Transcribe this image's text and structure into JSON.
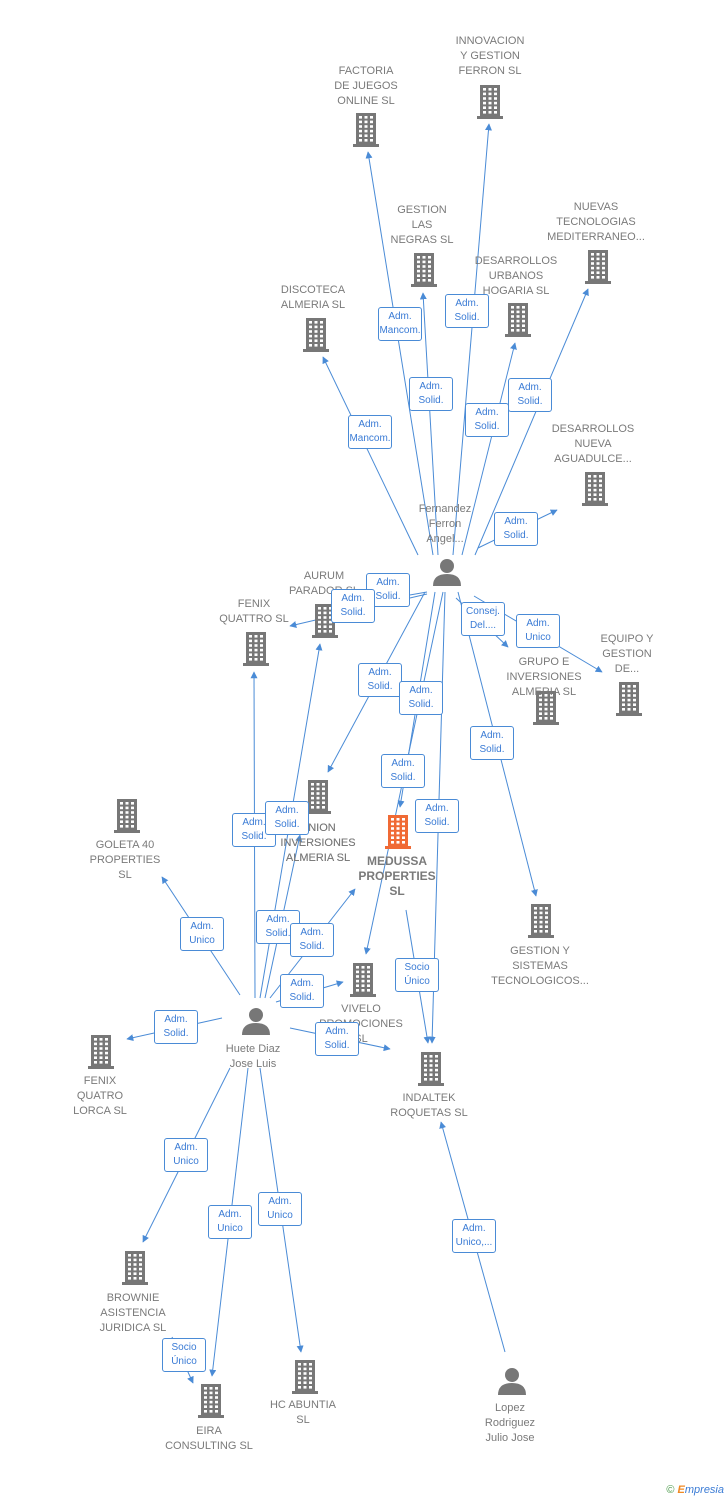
{
  "colors": {
    "edge": "#4a8bd6",
    "building": "#777777",
    "main_building": "#f06a35",
    "person": "#777777"
  },
  "nodes": [
    {
      "id": "factoria",
      "type": "company",
      "label": "FACTORIA\nDE JUEGOS\nONLINE SL"
    },
    {
      "id": "innovacion",
      "type": "company",
      "label": "INNOVACION\nY GESTION\nFERRON SL"
    },
    {
      "id": "gestion_negras",
      "type": "company",
      "label": "GESTION\nLAS\nNEGRAS  SL"
    },
    {
      "id": "nuevas",
      "type": "company",
      "label": "NUEVAS\nTECNOLOGIAS\nMEDITERRANEO..."
    },
    {
      "id": "desarrollos_hogaria",
      "type": "company",
      "label": "DESARROLLOS\nURBANOS\nHOGARIA  SL"
    },
    {
      "id": "discoteca",
      "type": "company",
      "label": "DISCOTECA\nALMERIA SL"
    },
    {
      "id": "desarrollos_nueva",
      "type": "company",
      "label": "DESARROLLOS\nNUEVA\nAGUADULCE..."
    },
    {
      "id": "fernandez",
      "type": "person",
      "label": "Fernandez\nFerron\nAngel..."
    },
    {
      "id": "aurum",
      "type": "company",
      "label": "AURUM\nPARADOR SL"
    },
    {
      "id": "fenix_quattro",
      "type": "company",
      "label": "FENIX\nQUATTRO  SL"
    },
    {
      "id": "union",
      "type": "company",
      "label": "UNION\nINVERSIONES\nALMERIA SL"
    },
    {
      "id": "equipo",
      "type": "company",
      "label": "EQUIPO Y\nGESTION\nDE..."
    },
    {
      "id": "grupo",
      "type": "company",
      "label": "GRUPO E\nINVERSIONES\nALMERIA SL"
    },
    {
      "id": "medussa",
      "type": "main",
      "label": "MEDUSSA\nPROPERTIES\nSL"
    },
    {
      "id": "gestion_sistemas",
      "type": "company",
      "label": "GESTION Y\nSISTEMAS\nTECNOLOGICOS..."
    },
    {
      "id": "goleta",
      "type": "company",
      "label": "GOLETA 40\nPROPERTIES\nSL"
    },
    {
      "id": "sunion",
      "type": "company",
      "label": "UNION\nINVERSIONES\nALMERIA  SL"
    },
    {
      "id": "vivelo",
      "type": "company",
      "label": "VIVELO\nPROMOCIONES\nSL"
    },
    {
      "id": "huete",
      "type": "person",
      "label": "Huete Diaz\nJose Luis"
    },
    {
      "id": "fenix_quatro",
      "type": "company",
      "label": "FENIX\nQUATRO\nLORCA  SL"
    },
    {
      "id": "indaltek",
      "type": "company",
      "label": "INDALTEK\nROQUETAS  SL"
    },
    {
      "id": "brownie",
      "type": "company",
      "label": "BROWNIE\nASISTENCIA\nJURIDICA  SL"
    },
    {
      "id": "eira",
      "type": "company",
      "label": "EIRA\nCONSULTING SL"
    },
    {
      "id": "hc",
      "type": "company",
      "label": "HC ABUNTIA\nSL"
    },
    {
      "id": "lopez",
      "type": "person",
      "label": "Lopez\nRodriguez\nJulio Jose"
    }
  ],
  "edges": [
    {
      "from": "fernandez",
      "to": "factoria",
      "label": "Adm.\nMancom."
    },
    {
      "from": "fernandez",
      "to": "innovacion",
      "label": "Adm.\nSolid."
    },
    {
      "from": "fernandez",
      "to": "gestion_negras",
      "label": "Adm.\nSolid."
    },
    {
      "from": "fernandez",
      "to": "nuevas",
      "label": "Adm.\nSolid."
    },
    {
      "from": "fernandez",
      "to": "desarrollos_hogaria",
      "label": "Adm.\nSolid."
    },
    {
      "from": "fernandez",
      "to": "discoteca",
      "label": "Adm.\nMancom."
    },
    {
      "from": "fernandez",
      "to": "desarrollos_nueva",
      "label": "Adm.\nSolid."
    },
    {
      "from": "fernandez",
      "to": "aurum",
      "label": "Adm.\nSolid."
    },
    {
      "from": "fernandez",
      "to": "fenix_quattro",
      "label": "Adm.\nSolid."
    },
    {
      "from": "fernandez",
      "to": "grupo",
      "label": "Consej.\nDel...."
    },
    {
      "from": "fernandez",
      "to": "equipo",
      "label": "Adm.\nUnico"
    },
    {
      "from": "fernandez",
      "to": "union",
      "label": "Adm.\nSolid."
    },
    {
      "from": "fernandez",
      "to": "medussa",
      "label": "Adm.\nSolid."
    },
    {
      "from": "fernandez",
      "to": "vivelo",
      "label": "Adm.\nSolid."
    },
    {
      "from": "fernandez",
      "to": "indaltek",
      "label": "Adm.\nSolid."
    },
    {
      "from": "fernandez",
      "to": "gestion_sistemas",
      "label": "Adm.\nSolid."
    },
    {
      "from": "huete",
      "to": "fenix_quattro",
      "label": "Adm.\nSolid."
    },
    {
      "from": "huete",
      "to": "aurum",
      "label": "Adm.\nSolid."
    },
    {
      "from": "huete",
      "to": "goleta",
      "label": "Adm.\nUnico"
    },
    {
      "from": "huete",
      "to": "sunion",
      "label": "Adm.\nSolid."
    },
    {
      "from": "huete",
      "to": "medussa",
      "label": "Adm.\nSolid."
    },
    {
      "from": "huete",
      "to": "vivelo",
      "label": "Adm.\nSolid."
    },
    {
      "from": "huete",
      "to": "fenix_quatro",
      "label": "Adm.\nSolid."
    },
    {
      "from": "huete",
      "to": "indaltek",
      "label": "Adm.\nSolid."
    },
    {
      "from": "huete",
      "to": "brownie",
      "label": "Adm.\nUnico"
    },
    {
      "from": "huete",
      "to": "eira",
      "label": "Adm.\nUnico"
    },
    {
      "from": "huete",
      "to": "hc",
      "label": "Adm.\nUnico"
    },
    {
      "from": "medussa",
      "to": "indaltek",
      "label": "Socio\nÚnico"
    },
    {
      "from": "brownie",
      "to": "eira",
      "label": "Socio\nÚnico"
    },
    {
      "from": "lopez",
      "to": "indaltek",
      "label": "Adm.\nUnico,..."
    }
  ],
  "footer": {
    "copyright": "©",
    "brand_first": "E",
    "brand_rest": "mpresia"
  }
}
